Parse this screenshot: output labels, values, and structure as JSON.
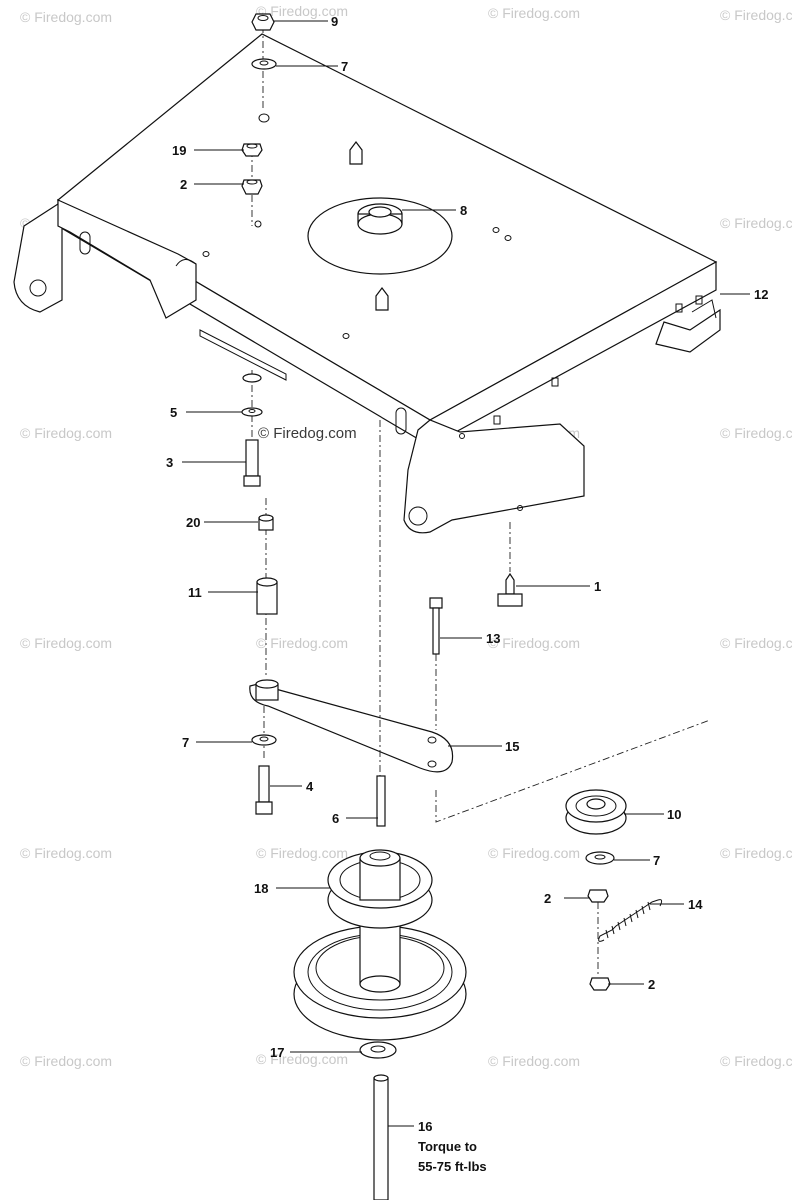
{
  "watermark": {
    "text": "© Firedog.com",
    "color": "#c8c8c8"
  },
  "callouts": {
    "c1": "1",
    "c2a": "2",
    "c2b": "2",
    "c2c": "2",
    "c3": "3",
    "c4": "4",
    "c5": "5",
    "c6": "6",
    "c7a": "7",
    "c7b": "7",
    "c7c": "7",
    "c8": "8",
    "c9": "9",
    "c10": "10",
    "c11": "11",
    "c12": "12",
    "c13": "13",
    "c14": "14",
    "c15": "15",
    "c16": "16",
    "c17": "17",
    "c18": "18",
    "c19": "19",
    "c20": "20"
  },
  "torque_note": {
    "line1": "Torque to",
    "line2": "55-75 ft-lbs"
  }
}
